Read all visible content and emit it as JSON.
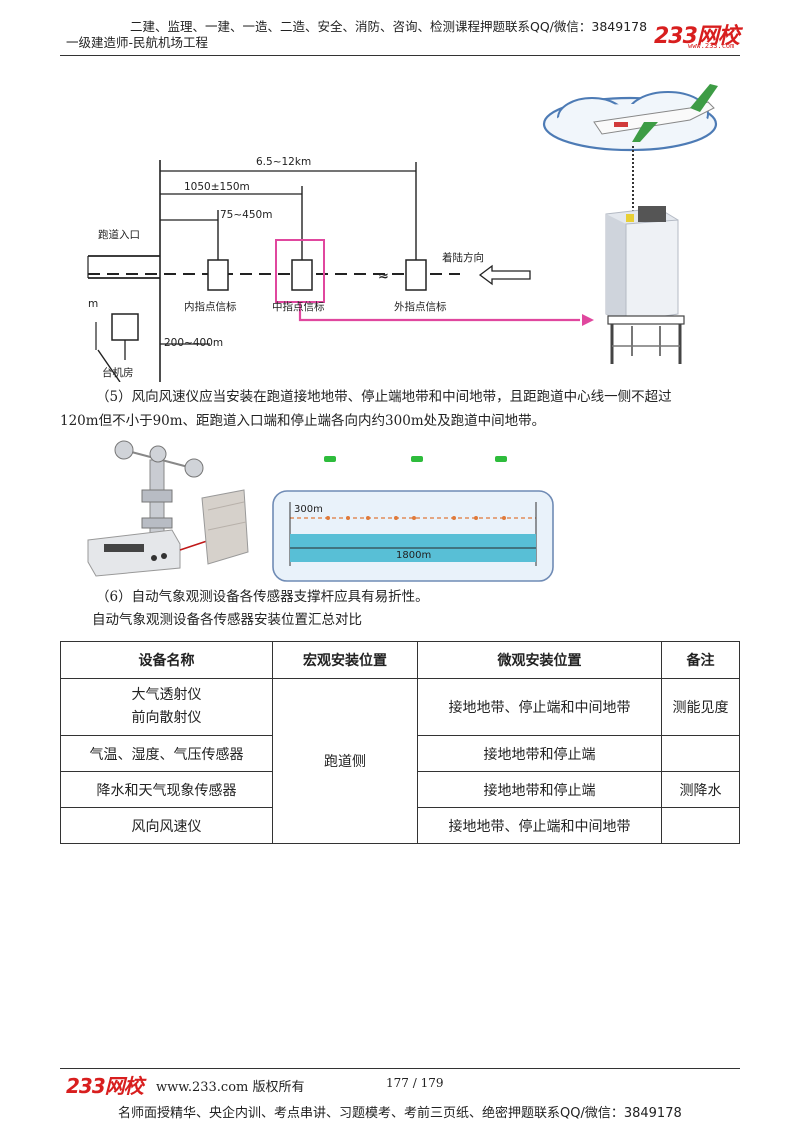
{
  "header": {
    "line1": "二建、监理、一建、一造、二造、安全、消防、咨询、检测课程押题联系QQ/微信：3849178",
    "line2": "一级建造师-民航机场工程",
    "logo": "233网校",
    "logo_sub": "www.233.com"
  },
  "diagram1": {
    "dim_outer": "6.5~12km",
    "dim_middle": "1050±150m",
    "dim_inner": "75~450m",
    "threshold": "跑道入口",
    "direction": "着陆方向",
    "beacon_inner": "内指点信标",
    "beacon_middle": "中指点信标",
    "beacon_outer": "外指点信标",
    "dim_room": "200~400m",
    "room_label": "台机房",
    "edge_m": "m"
  },
  "paragraphs": {
    "p5_line1": "（5）风向风速仪应当安装在跑道接地地带、停止端地带和中间地带，且距跑道中心线一侧不超过",
    "p5_line2": "120m但不小于90m、距跑道入口端和停止端各向内约300m处及跑道中间地带。",
    "p6": "（6）自动气象观测设备各传感器支撑杆应具有易折性。",
    "table_caption": "自动气象观测设备各传感器安装位置汇总对比"
  },
  "diagram2": {
    "dist_300": "300m",
    "dist_1800": "1800m"
  },
  "table": {
    "headers": [
      "设备名称",
      "宏观安装位置",
      "微观安装位置",
      "备注"
    ],
    "rows": [
      {
        "name_line1": "大气透射仪",
        "name_line2": "前向散射仪",
        "micro": "接地地带、停止端和中间地带",
        "note": "测能见度"
      },
      {
        "name": "气温、湿度、气压传感器",
        "micro": "接地地带和停止端",
        "note": ""
      },
      {
        "name": "降水和天气现象传感器",
        "micro": "接地地带和停止端",
        "note": "测降水"
      },
      {
        "name": "风向风速仪",
        "micro": "接地地带、停止端和中间地带",
        "note": ""
      }
    ],
    "macro_merged": "跑道侧"
  },
  "footer": {
    "logo": "233网校",
    "site": "www.233.com 版权所有",
    "page": "177 / 179",
    "bottom": "名师面授精华、央企内训、考点串讲、习题模考、考前三页纸、绝密押题联系QQ/微信：3849178"
  }
}
